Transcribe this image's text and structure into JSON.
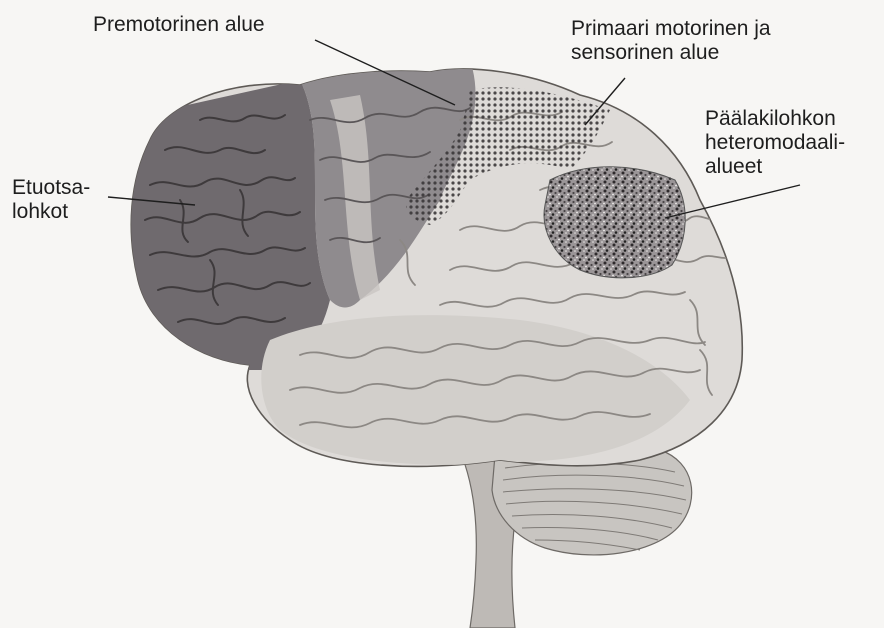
{
  "labels": {
    "premotor": "Premotorinen alue",
    "primary": [
      "Primaari motorinen ja",
      "sensorinen alue"
    ],
    "parietal": [
      "Päälakilohkon",
      "heteromodaali-",
      "alueet"
    ],
    "frontal": [
      "Etuotsa-",
      "lohkot"
    ]
  },
  "colors": {
    "background": "#f7f6f4",
    "frontal_lobe": "#6f6a6e",
    "premotor_area": "#8f8b8e",
    "cortex": "#dedbd8",
    "temporal": "#d2cfcb",
    "cerebellum": "#c8c5c1",
    "brainstem": "#bebab6",
    "sulcus": "#8c8884",
    "text": "#1e1e1e"
  }
}
